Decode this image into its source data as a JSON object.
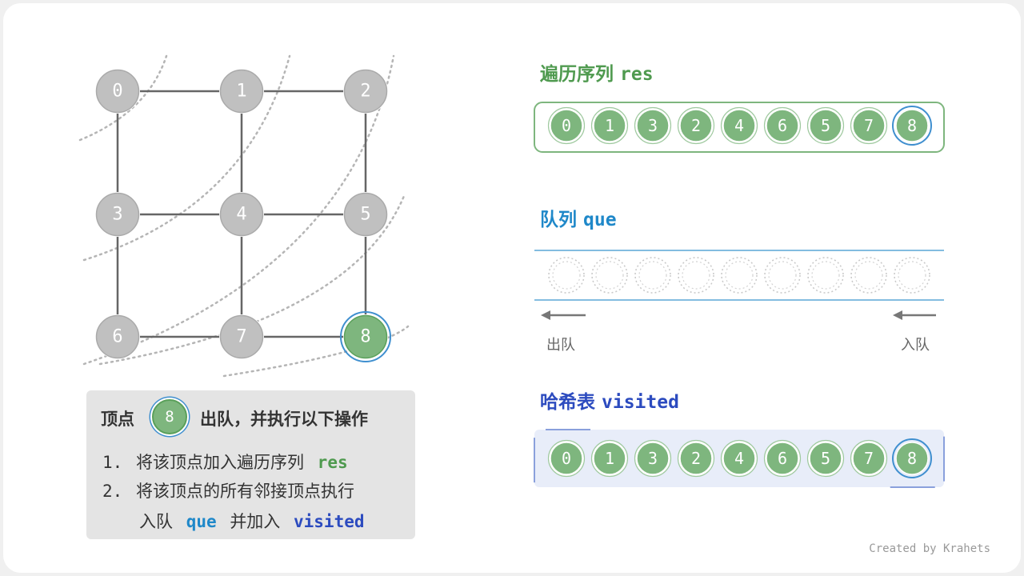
{
  "graph": {
    "nodes": [
      "0",
      "1",
      "2",
      "3",
      "4",
      "5",
      "6",
      "7",
      "8"
    ],
    "edges": [
      [
        0,
        1
      ],
      [
        1,
        2
      ],
      [
        0,
        3
      ],
      [
        1,
        4
      ],
      [
        2,
        5
      ],
      [
        3,
        4
      ],
      [
        4,
        5
      ],
      [
        3,
        6
      ],
      [
        4,
        7
      ],
      [
        5,
        8
      ],
      [
        6,
        7
      ],
      [
        7,
        8
      ]
    ],
    "current_node": "8"
  },
  "res": {
    "title": "遍历序列",
    "var": "res",
    "items": [
      "0",
      "1",
      "3",
      "2",
      "4",
      "6",
      "5",
      "7",
      "8"
    ]
  },
  "que": {
    "title": "队列",
    "var": "que",
    "items": [],
    "dequeue_label": "出队",
    "enqueue_label": "入队"
  },
  "visited": {
    "title": "哈希表",
    "var": "visited",
    "items": [
      "0",
      "1",
      "3",
      "2",
      "4",
      "6",
      "5",
      "7",
      "8"
    ]
  },
  "info": {
    "head_prefix": "顶点",
    "head_node": "8",
    "head_suffix": "出队，并执行以下操作",
    "step1_num": "1.",
    "step1_text": "将该顶点加入遍历序列",
    "step1_var": "res",
    "step2_num": "2.",
    "step2_text": "将该顶点的所有邻接顶点执行",
    "step2b_text1": "入队",
    "step2b_var1": "que",
    "step2b_text2": "并加入",
    "step2b_var2": "visited"
  },
  "footer": "Created by Krahets",
  "colors": {
    "node_gray": "#c0c0c0",
    "node_green": "#7eb67e",
    "highlight_blue": "#3f8fcf",
    "res_green": "#4f9a4f",
    "que_blue": "#1f88c9",
    "visited_blue": "#2c4bbf"
  }
}
